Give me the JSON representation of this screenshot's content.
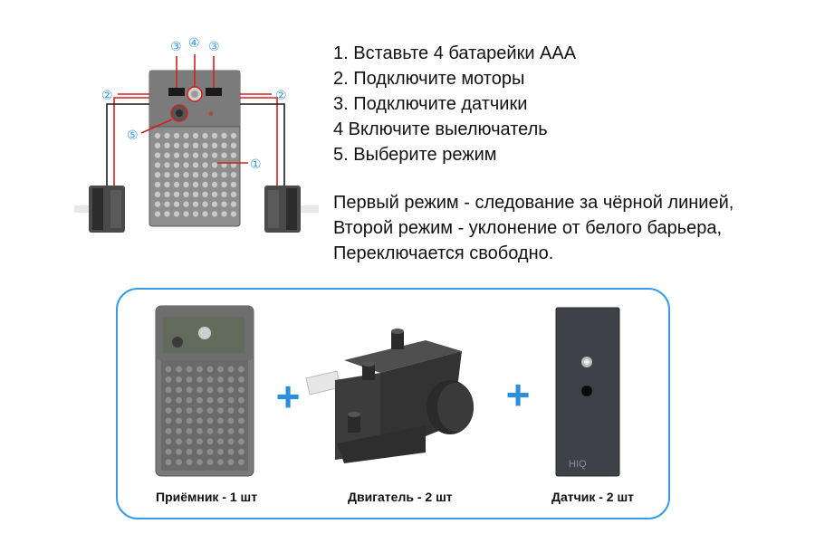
{
  "callouts": {
    "sensor_port": "③",
    "power_switch": "④",
    "motor_port": "②",
    "mode_button": "⑤",
    "battery": "①"
  },
  "steps": [
    "1. Вставьте 4 батарейки AAA",
    "2. Подключите моторы",
    "3. Подключите датчики",
    "4  Включите выелючатель",
    "5. Выберите режим"
  ],
  "modes": [
    "Первый режим - следование за чёрной линией,",
    "Второй режим - уклонение от белого барьера,",
    "Переключается свободно."
  ],
  "kit": {
    "plus_symbol": "+",
    "receiver_label": "Приёмник - 1 шт",
    "motor_label": "Двигатель - 2 шт",
    "sensor_label": "Датчик - 2 шт",
    "sensor_brand": "HIQ"
  },
  "colors": {
    "wire_red": "#d42020",
    "callout_blue": "#3a9ae6",
    "panel_border": "#3a9ae6",
    "plus_blue": "#2b8fe0"
  }
}
